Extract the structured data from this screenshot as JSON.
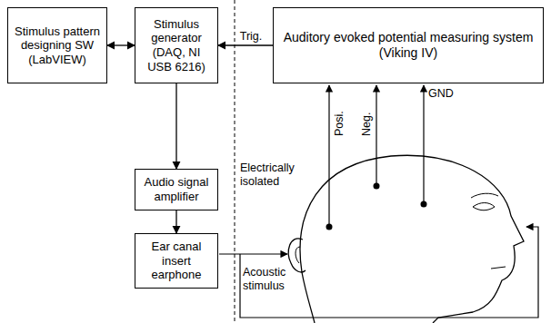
{
  "diagram": {
    "nodes": [
      {
        "text": [
          "Stimulus pattern designing SW (LabVIEW)"
        ]
      },
      {
        "text": [
          "Stimulus generator (DAQ, NI USB 6216)"
        ]
      },
      {
        "text": [
          "Auditory evoked potential measuring system (Viking IV)"
        ]
      },
      {
        "text": [
          "Audio signal amplifier"
        ]
      },
      {
        "text": [
          "Ear canal insert earphone"
        ]
      }
    ],
    "edges": [
      {
        "from": 0,
        "to": 1,
        "arrow": "both"
      },
      {
        "from": 2,
        "to": 1,
        "label": "Trig.",
        "arrow": "to"
      },
      {
        "from": 1,
        "to": 3,
        "arrow": "to"
      },
      {
        "from": 3,
        "to": 4,
        "arrow": "to"
      }
    ],
    "labels": [
      "Electrically isolated",
      "Posi.",
      "Neg.",
      "GND",
      "Acoustic stimulus"
    ]
  }
}
